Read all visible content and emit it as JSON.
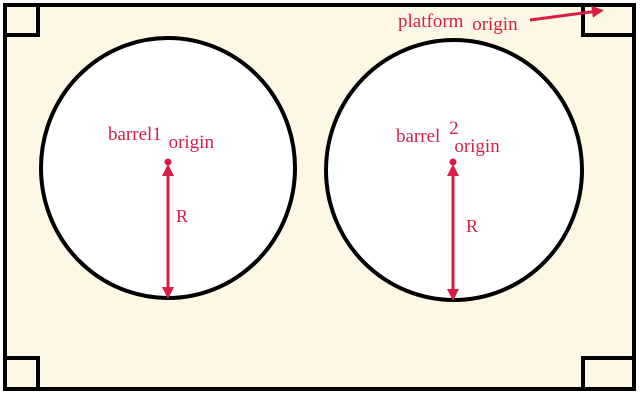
{
  "colors": {
    "paper": "#fdf8e4",
    "outline": "#000000",
    "accent": "#d81e45",
    "background": "#ffffff"
  },
  "platform": {
    "label_main": "platform",
    "label_sub": "origin"
  },
  "barrels": [
    {
      "label_main": "barrel1",
      "label_sup": "",
      "label_sub": "origin",
      "radius_label": "R"
    },
    {
      "label_main": "barrel",
      "label_sup": "2",
      "label_sub": "origin",
      "radius_label": "R"
    }
  ]
}
